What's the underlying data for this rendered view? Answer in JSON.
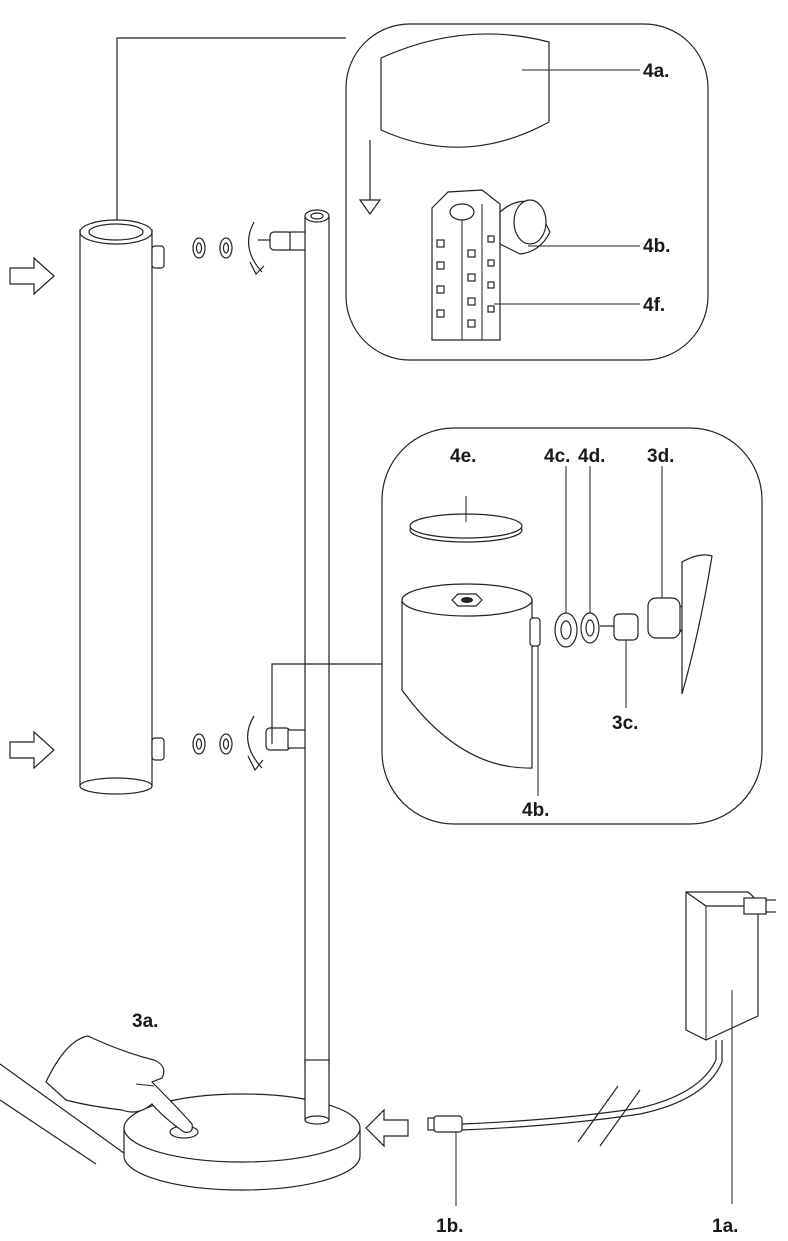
{
  "labels": {
    "l4a": "4a.",
    "l4b_top": "4b.",
    "l4f": "4f.",
    "l4e": "4e.",
    "l4c": "4c.",
    "l4d": "4d.",
    "l3d": "3d.",
    "l3c": "3c.",
    "l4b_mid": "4b.",
    "l3a": "3a.",
    "l1b": "1b.",
    "l1a": "1a."
  }
}
